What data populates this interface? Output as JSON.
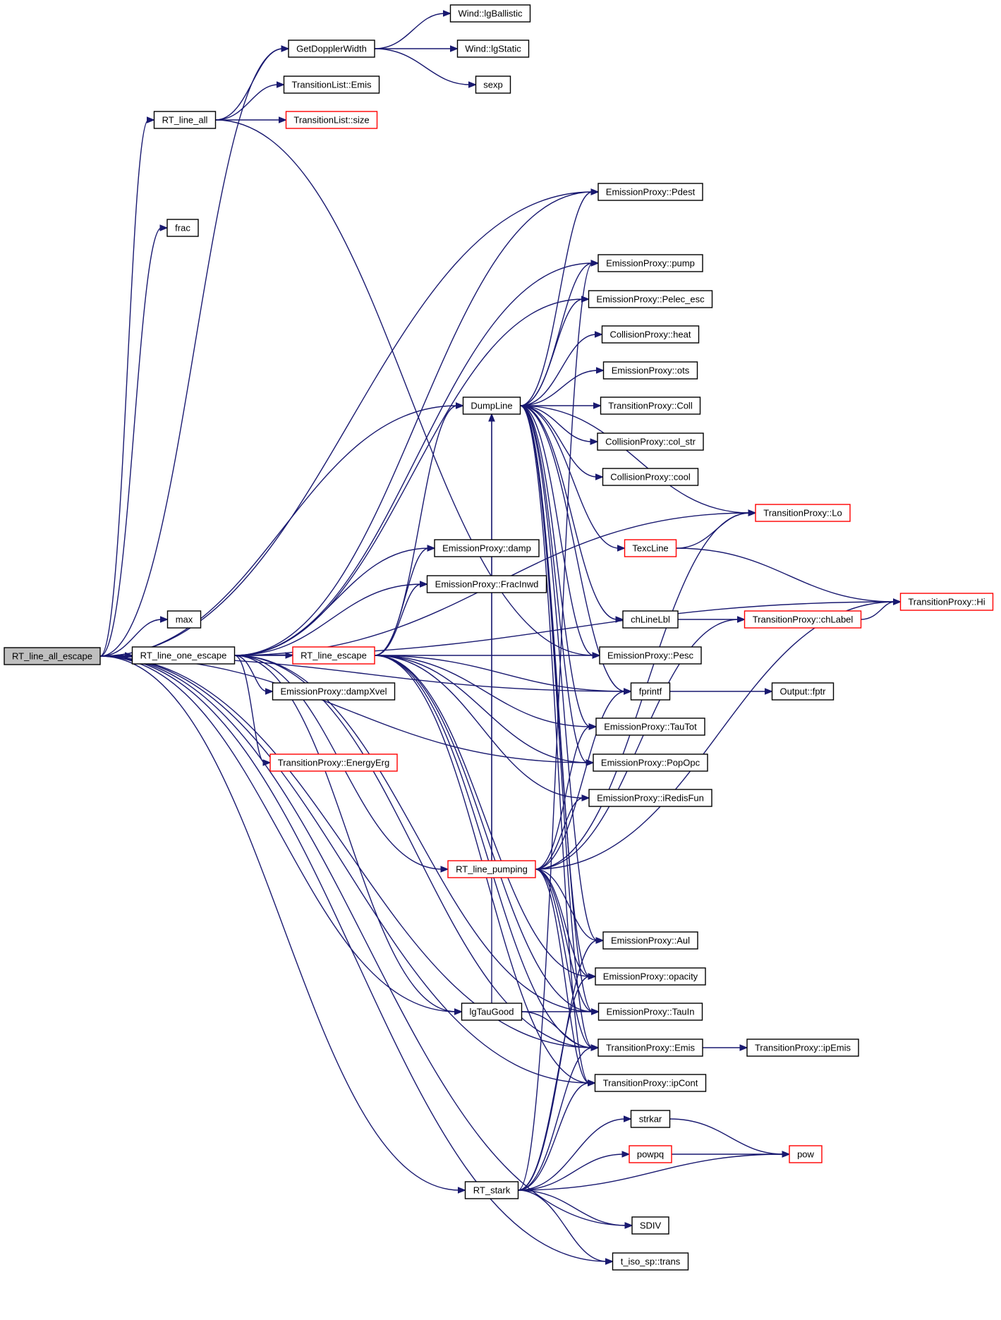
{
  "colors": {
    "edge": "#191970",
    "node_border": "#000000",
    "truncated_node_border": "#ff0000",
    "root_fill": "#bfbfbf"
  },
  "nodes": [
    {
      "id": "RT_line_all_escape",
      "label": "RT_line_all_escape",
      "root": true
    },
    {
      "id": "GetDopplerWidth",
      "label": "GetDopplerWidth"
    },
    {
      "id": "Wind_lgBallistic",
      "label": "Wind::lgBallistic"
    },
    {
      "id": "Wind_lgStatic",
      "label": "Wind::lgStatic"
    },
    {
      "id": "sexp",
      "label": "sexp"
    },
    {
      "id": "TransitionList_Emis",
      "label": "TransitionList::Emis"
    },
    {
      "id": "TransitionList_size",
      "label": "TransitionList::size",
      "truncated": true
    },
    {
      "id": "RT_line_all",
      "label": "RT_line_all"
    },
    {
      "id": "EmissionProxy_Pdest",
      "label": "EmissionProxy::Pdest"
    },
    {
      "id": "frac",
      "label": "frac"
    },
    {
      "id": "EmissionProxy_pump",
      "label": "EmissionProxy::pump"
    },
    {
      "id": "EmissionProxy_Pelec_esc",
      "label": "EmissionProxy::Pelec_esc"
    },
    {
      "id": "CollisionProxy_heat",
      "label": "CollisionProxy::heat"
    },
    {
      "id": "EmissionProxy_ots",
      "label": "EmissionProxy::ots"
    },
    {
      "id": "DumpLine",
      "label": "DumpLine"
    },
    {
      "id": "TransitionProxy_Coll",
      "label": "TransitionProxy::Coll"
    },
    {
      "id": "CollisionProxy_col_str",
      "label": "CollisionProxy::col_str"
    },
    {
      "id": "CollisionProxy_cool",
      "label": "CollisionProxy::cool"
    },
    {
      "id": "TransitionProxy_Lo",
      "label": "TransitionProxy::Lo",
      "truncated": true
    },
    {
      "id": "TexcLine",
      "label": "TexcLine",
      "truncated": true
    },
    {
      "id": "EmissionProxy_damp",
      "label": "EmissionProxy::damp"
    },
    {
      "id": "EmissionProxy_FracInwd",
      "label": "EmissionProxy::FracInwd"
    },
    {
      "id": "TransitionProxy_Hi",
      "label": "TransitionProxy::Hi",
      "truncated": true
    },
    {
      "id": "chLineLbl",
      "label": "chLineLbl"
    },
    {
      "id": "TransitionProxy_chLabel",
      "label": "TransitionProxy::chLabel",
      "truncated": true
    },
    {
      "id": "max",
      "label": "max"
    },
    {
      "id": "RT_line_one_escape",
      "label": "RT_line_one_escape"
    },
    {
      "id": "RT_line_escape",
      "label": "RT_line_escape",
      "truncated": true
    },
    {
      "id": "EmissionProxy_Pesc",
      "label": "EmissionProxy::Pesc"
    },
    {
      "id": "fprintf",
      "label": "fprintf"
    },
    {
      "id": "Output_fptr",
      "label": "Output::fptr"
    },
    {
      "id": "EmissionProxy_dampXvel",
      "label": "EmissionProxy::dampXvel"
    },
    {
      "id": "EmissionProxy_TauTot",
      "label": "EmissionProxy::TauTot"
    },
    {
      "id": "TransitionProxy_EnergyErg",
      "label": "TransitionProxy::EnergyErg",
      "truncated": true
    },
    {
      "id": "EmissionProxy_PopOpc",
      "label": "EmissionProxy::PopOpc"
    },
    {
      "id": "EmissionProxy_iRedisFun",
      "label": "EmissionProxy::iRedisFun"
    },
    {
      "id": "RT_line_pumping",
      "label": "RT_line_pumping",
      "truncated": true
    },
    {
      "id": "EmissionProxy_Aul",
      "label": "EmissionProxy::Aul"
    },
    {
      "id": "EmissionProxy_opacity",
      "label": "EmissionProxy::opacity"
    },
    {
      "id": "lgTauGood",
      "label": "lgTauGood"
    },
    {
      "id": "EmissionProxy_TauIn",
      "label": "EmissionProxy::TauIn"
    },
    {
      "id": "TransitionProxy_Emis",
      "label": "TransitionProxy::Emis"
    },
    {
      "id": "TransitionProxy_ipEmis",
      "label": "TransitionProxy::ipEmis"
    },
    {
      "id": "TransitionProxy_ipCont",
      "label": "TransitionProxy::ipCont"
    },
    {
      "id": "strkar",
      "label": "strkar"
    },
    {
      "id": "powpq",
      "label": "powpq",
      "truncated": true
    },
    {
      "id": "pow",
      "label": "pow",
      "truncated": true
    },
    {
      "id": "RT_stark",
      "label": "RT_stark"
    },
    {
      "id": "SDIV",
      "label": "SDIV"
    },
    {
      "id": "t_iso_sp_trans",
      "label": "t_iso_sp::trans"
    }
  ],
  "edges": [
    [
      "GetDopplerWidth",
      "Wind_lgBallistic"
    ],
    [
      "GetDopplerWidth",
      "Wind_lgStatic"
    ],
    [
      "GetDopplerWidth",
      "sexp"
    ],
    [
      "RT_line_all",
      "GetDopplerWidth"
    ],
    [
      "RT_line_all",
      "TransitionList_Emis"
    ],
    [
      "RT_line_all",
      "TransitionList_size"
    ],
    [
      "RT_line_all",
      "EmissionProxy_Pesc"
    ],
    [
      "RT_line_all_escape",
      "GetDopplerWidth"
    ],
    [
      "RT_line_all_escape",
      "RT_line_all"
    ],
    [
      "RT_line_all_escape",
      "EmissionProxy_Pdest"
    ],
    [
      "RT_line_all_escape",
      "frac"
    ],
    [
      "RT_line_all_escape",
      "DumpLine"
    ],
    [
      "RT_line_all_escape",
      "fprintf"
    ],
    [
      "RT_line_all_escape",
      "max"
    ],
    [
      "RT_line_all_escape",
      "RT_line_one_escape"
    ],
    [
      "RT_line_all_escape",
      "EmissionProxy_PopOpc"
    ],
    [
      "RT_line_all_escape",
      "lgTauGood"
    ],
    [
      "RT_line_all_escape",
      "TransitionProxy_Emis"
    ],
    [
      "RT_line_all_escape",
      "TransitionProxy_ipCont"
    ],
    [
      "RT_line_all_escape",
      "RT_stark"
    ],
    [
      "RT_line_all_escape",
      "SDIV"
    ],
    [
      "RT_line_all_escape",
      "t_iso_sp_trans"
    ],
    [
      "RT_line_one_escape",
      "EmissionProxy_pump"
    ],
    [
      "RT_line_one_escape",
      "TransitionProxy_Lo"
    ],
    [
      "RT_line_one_escape",
      "EmissionProxy_Pelec_esc"
    ],
    [
      "RT_line_one_escape",
      "EmissionProxy_damp"
    ],
    [
      "RT_line_one_escape",
      "EmissionProxy_FracInwd"
    ],
    [
      "RT_line_one_escape",
      "TransitionProxy_Hi"
    ],
    [
      "RT_line_one_escape",
      "RT_line_escape"
    ],
    [
      "RT_line_one_escape",
      "EmissionProxy_dampXvel"
    ],
    [
      "RT_line_one_escape",
      "TransitionProxy_EnergyErg"
    ],
    [
      "RT_line_one_escape",
      "RT_line_pumping"
    ],
    [
      "RT_line_one_escape",
      "lgTauGood"
    ],
    [
      "RT_line_one_escape",
      "EmissionProxy_TauIn"
    ],
    [
      "RT_line_one_escape",
      "TransitionProxy_Emis"
    ],
    [
      "RT_line_one_escape",
      "EmissionProxy_Pdest"
    ],
    [
      "RT_line_escape",
      "DumpLine"
    ],
    [
      "RT_line_escape",
      "EmissionProxy_damp"
    ],
    [
      "RT_line_escape",
      "EmissionProxy_FracInwd"
    ],
    [
      "RT_line_escape",
      "EmissionProxy_Pesc"
    ],
    [
      "RT_line_escape",
      "fprintf"
    ],
    [
      "RT_line_escape",
      "EmissionProxy_TauTot"
    ],
    [
      "RT_line_escape",
      "EmissionProxy_PopOpc"
    ],
    [
      "RT_line_escape",
      "EmissionProxy_iRedisFun"
    ],
    [
      "RT_line_escape",
      "EmissionProxy_opacity"
    ],
    [
      "RT_line_escape",
      "EmissionProxy_TauIn"
    ],
    [
      "RT_line_escape",
      "TransitionProxy_Emis"
    ],
    [
      "RT_line_escape",
      "TransitionProxy_ipCont"
    ],
    [
      "DumpLine",
      "EmissionProxy_Pdest"
    ],
    [
      "DumpLine",
      "EmissionProxy_pump"
    ],
    [
      "DumpLine",
      "EmissionProxy_Pelec_esc"
    ],
    [
      "DumpLine",
      "CollisionProxy_heat"
    ],
    [
      "DumpLine",
      "EmissionProxy_ots"
    ],
    [
      "DumpLine",
      "TransitionProxy_Coll"
    ],
    [
      "DumpLine",
      "CollisionProxy_col_str"
    ],
    [
      "DumpLine",
      "CollisionProxy_cool"
    ],
    [
      "DumpLine",
      "TransitionProxy_Lo"
    ],
    [
      "DumpLine",
      "TexcLine"
    ],
    [
      "DumpLine",
      "chLineLbl"
    ],
    [
      "DumpLine",
      "EmissionProxy_Pesc"
    ],
    [
      "DumpLine",
      "fprintf"
    ],
    [
      "DumpLine",
      "EmissionProxy_TauTot"
    ],
    [
      "DumpLine",
      "EmissionProxy_PopOpc"
    ],
    [
      "DumpLine",
      "EmissionProxy_Aul"
    ],
    [
      "DumpLine",
      "EmissionProxy_opacity"
    ],
    [
      "DumpLine",
      "EmissionProxy_TauIn"
    ],
    [
      "DumpLine",
      "TransitionProxy_Emis"
    ],
    [
      "DumpLine",
      "TransitionProxy_ipCont"
    ],
    [
      "TexcLine",
      "TransitionProxy_Lo"
    ],
    [
      "TexcLine",
      "TransitionProxy_Hi"
    ],
    [
      "chLineLbl",
      "TransitionProxy_chLabel"
    ],
    [
      "TransitionProxy_chLabel",
      "TransitionProxy_Hi"
    ],
    [
      "fprintf",
      "Output_fptr"
    ],
    [
      "RT_line_pumping",
      "DumpLine"
    ],
    [
      "RT_line_pumping",
      "TransitionProxy_Lo"
    ],
    [
      "RT_line_pumping",
      "TransitionProxy_Hi"
    ],
    [
      "RT_line_pumping",
      "TransitionProxy_chLabel"
    ],
    [
      "RT_line_pumping",
      "fprintf"
    ],
    [
      "RT_line_pumping",
      "EmissionProxy_TauTot"
    ],
    [
      "RT_line_pumping",
      "EmissionProxy_iRedisFun"
    ],
    [
      "RT_line_pumping",
      "EmissionProxy_Aul"
    ],
    [
      "RT_line_pumping",
      "EmissionProxy_opacity"
    ],
    [
      "RT_line_pumping",
      "EmissionProxy_TauIn"
    ],
    [
      "RT_line_pumping",
      "TransitionProxy_Emis"
    ],
    [
      "RT_line_pumping",
      "TransitionProxy_ipCont"
    ],
    [
      "lgTauGood",
      "DumpLine"
    ],
    [
      "lgTauGood",
      "EmissionProxy_TauIn"
    ],
    [
      "lgTauGood",
      "TransitionProxy_Emis"
    ],
    [
      "TransitionProxy_Emis",
      "TransitionProxy_ipEmis"
    ],
    [
      "RT_stark",
      "EmissionProxy_pump"
    ],
    [
      "RT_stark",
      "EmissionProxy_Aul"
    ],
    [
      "RT_stark",
      "EmissionProxy_opacity"
    ],
    [
      "RT_stark",
      "TransitionProxy_Emis"
    ],
    [
      "RT_stark",
      "TransitionProxy_ipCont"
    ],
    [
      "RT_stark",
      "strkar"
    ],
    [
      "RT_stark",
      "powpq"
    ],
    [
      "RT_stark",
      "pow"
    ],
    [
      "RT_stark",
      "SDIV"
    ],
    [
      "RT_stark",
      "t_iso_sp_trans"
    ],
    [
      "strkar",
      "pow"
    ],
    [
      "powpq",
      "pow"
    ]
  ]
}
